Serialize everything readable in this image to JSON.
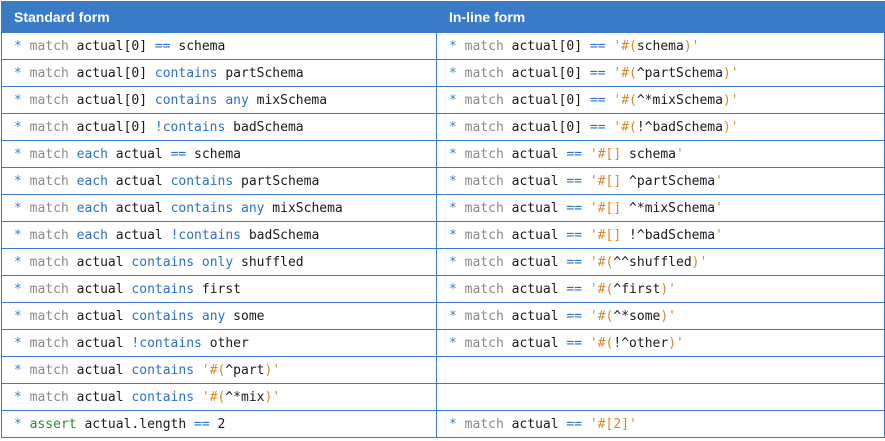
{
  "table": {
    "headers": {
      "standard": "Standard form",
      "inline": "In-line form"
    },
    "rows": [
      {
        "standard": [
          [
            "star",
            "* "
          ],
          [
            "kw",
            "match"
          ],
          [
            "plain",
            " actual[0] "
          ],
          [
            "op",
            "=="
          ],
          [
            "plain",
            " schema"
          ]
        ],
        "inline": [
          [
            "star",
            "* "
          ],
          [
            "kw",
            "match"
          ],
          [
            "plain",
            " actual[0] "
          ],
          [
            "op",
            "=="
          ],
          [
            "plain",
            " "
          ],
          [
            "str",
            "'#("
          ],
          [
            "plain",
            "schema"
          ],
          [
            "str",
            ")'"
          ]
        ]
      },
      {
        "standard": [
          [
            "star",
            "* "
          ],
          [
            "kw",
            "match"
          ],
          [
            "plain",
            " actual[0] "
          ],
          [
            "op",
            "contains"
          ],
          [
            "plain",
            " partSchema"
          ]
        ],
        "inline": [
          [
            "star",
            "* "
          ],
          [
            "kw",
            "match"
          ],
          [
            "plain",
            " actual[0] "
          ],
          [
            "op",
            "=="
          ],
          [
            "plain",
            " "
          ],
          [
            "str",
            "'#("
          ],
          [
            "plain",
            "^partSchema"
          ],
          [
            "str",
            ")'"
          ]
        ]
      },
      {
        "standard": [
          [
            "star",
            "* "
          ],
          [
            "kw",
            "match"
          ],
          [
            "plain",
            " actual[0] "
          ],
          [
            "op",
            "contains any"
          ],
          [
            "plain",
            " mixSchema"
          ]
        ],
        "inline": [
          [
            "star",
            "* "
          ],
          [
            "kw",
            "match"
          ],
          [
            "plain",
            " actual[0] "
          ],
          [
            "op",
            "=="
          ],
          [
            "plain",
            " "
          ],
          [
            "str",
            "'#("
          ],
          [
            "plain",
            "^*mixSchema"
          ],
          [
            "str",
            ")'"
          ]
        ]
      },
      {
        "standard": [
          [
            "star",
            "* "
          ],
          [
            "kw",
            "match"
          ],
          [
            "plain",
            " actual[0] "
          ],
          [
            "op",
            "!contains"
          ],
          [
            "plain",
            " badSchema"
          ]
        ],
        "inline": [
          [
            "star",
            "* "
          ],
          [
            "kw",
            "match"
          ],
          [
            "plain",
            " actual[0] "
          ],
          [
            "op",
            "=="
          ],
          [
            "plain",
            " "
          ],
          [
            "str",
            "'#("
          ],
          [
            "plain",
            "!^badSchema"
          ],
          [
            "str",
            ")'"
          ]
        ]
      },
      {
        "standard": [
          [
            "star",
            "* "
          ],
          [
            "kw",
            "match"
          ],
          [
            "plain",
            " "
          ],
          [
            "op",
            "each"
          ],
          [
            "plain",
            " actual "
          ],
          [
            "op",
            "=="
          ],
          [
            "plain",
            " schema"
          ]
        ],
        "inline": [
          [
            "star",
            "* "
          ],
          [
            "kw",
            "match"
          ],
          [
            "plain",
            " actual "
          ],
          [
            "op",
            "=="
          ],
          [
            "plain",
            " "
          ],
          [
            "str",
            "'#[]"
          ],
          [
            "plain",
            " schema"
          ],
          [
            "str",
            "'"
          ]
        ]
      },
      {
        "standard": [
          [
            "star",
            "* "
          ],
          [
            "kw",
            "match"
          ],
          [
            "plain",
            " "
          ],
          [
            "op",
            "each"
          ],
          [
            "plain",
            " actual "
          ],
          [
            "op",
            "contains"
          ],
          [
            "plain",
            " partSchema"
          ]
        ],
        "inline": [
          [
            "star",
            "* "
          ],
          [
            "kw",
            "match"
          ],
          [
            "plain",
            " actual "
          ],
          [
            "op",
            "=="
          ],
          [
            "plain",
            " "
          ],
          [
            "str",
            "'#[]"
          ],
          [
            "plain",
            " ^partSchema"
          ],
          [
            "str",
            "'"
          ]
        ]
      },
      {
        "standard": [
          [
            "star",
            "* "
          ],
          [
            "kw",
            "match"
          ],
          [
            "plain",
            " "
          ],
          [
            "op",
            "each"
          ],
          [
            "plain",
            " actual "
          ],
          [
            "op",
            "contains any"
          ],
          [
            "plain",
            " mixSchema"
          ]
        ],
        "inline": [
          [
            "star",
            "* "
          ],
          [
            "kw",
            "match"
          ],
          [
            "plain",
            " actual "
          ],
          [
            "op",
            "=="
          ],
          [
            "plain",
            " "
          ],
          [
            "str",
            "'#[]"
          ],
          [
            "plain",
            " ^*mixSchema"
          ],
          [
            "str",
            "'"
          ]
        ]
      },
      {
        "standard": [
          [
            "star",
            "* "
          ],
          [
            "kw",
            "match"
          ],
          [
            "plain",
            " "
          ],
          [
            "op",
            "each"
          ],
          [
            "plain",
            " actual "
          ],
          [
            "op",
            "!contains"
          ],
          [
            "plain",
            " badSchema"
          ]
        ],
        "inline": [
          [
            "star",
            "* "
          ],
          [
            "kw",
            "match"
          ],
          [
            "plain",
            " actual "
          ],
          [
            "op",
            "=="
          ],
          [
            "plain",
            " "
          ],
          [
            "str",
            "'#[]"
          ],
          [
            "plain",
            " !^badSchema"
          ],
          [
            "str",
            "'"
          ]
        ]
      },
      {
        "standard": [
          [
            "star",
            "* "
          ],
          [
            "kw",
            "match"
          ],
          [
            "plain",
            " actual "
          ],
          [
            "op",
            "contains only"
          ],
          [
            "plain",
            " shuffled"
          ]
        ],
        "inline": [
          [
            "star",
            "* "
          ],
          [
            "kw",
            "match"
          ],
          [
            "plain",
            " actual "
          ],
          [
            "op",
            "=="
          ],
          [
            "plain",
            " "
          ],
          [
            "str",
            "'#("
          ],
          [
            "plain",
            "^^shuffled"
          ],
          [
            "str",
            ")'"
          ]
        ]
      },
      {
        "standard": [
          [
            "star",
            "* "
          ],
          [
            "kw",
            "match"
          ],
          [
            "plain",
            " actual "
          ],
          [
            "op",
            "contains"
          ],
          [
            "plain",
            " first"
          ]
        ],
        "inline": [
          [
            "star",
            "* "
          ],
          [
            "kw",
            "match"
          ],
          [
            "plain",
            " actual "
          ],
          [
            "op",
            "=="
          ],
          [
            "plain",
            " "
          ],
          [
            "str",
            "'#("
          ],
          [
            "plain",
            "^first"
          ],
          [
            "str",
            ")'"
          ]
        ]
      },
      {
        "standard": [
          [
            "star",
            "* "
          ],
          [
            "kw",
            "match"
          ],
          [
            "plain",
            " actual "
          ],
          [
            "op",
            "contains any"
          ],
          [
            "plain",
            " some"
          ]
        ],
        "inline": [
          [
            "star",
            "* "
          ],
          [
            "kw",
            "match"
          ],
          [
            "plain",
            " actual "
          ],
          [
            "op",
            "=="
          ],
          [
            "plain",
            " "
          ],
          [
            "str",
            "'#("
          ],
          [
            "plain",
            "^*some"
          ],
          [
            "str",
            ")'"
          ]
        ]
      },
      {
        "standard": [
          [
            "star",
            "* "
          ],
          [
            "kw",
            "match"
          ],
          [
            "plain",
            " actual "
          ],
          [
            "op",
            "!contains"
          ],
          [
            "plain",
            " other"
          ]
        ],
        "inline": [
          [
            "star",
            "* "
          ],
          [
            "kw",
            "match"
          ],
          [
            "plain",
            " actual "
          ],
          [
            "op",
            "=="
          ],
          [
            "plain",
            " "
          ],
          [
            "str",
            "'#("
          ],
          [
            "plain",
            "!^other"
          ],
          [
            "str",
            ")'"
          ]
        ]
      },
      {
        "standard": [
          [
            "star",
            "* "
          ],
          [
            "kw",
            "match"
          ],
          [
            "plain",
            " actual "
          ],
          [
            "op",
            "contains"
          ],
          [
            "plain",
            " "
          ],
          [
            "str",
            "'#("
          ],
          [
            "plain",
            "^part"
          ],
          [
            "str",
            ")'"
          ]
        ],
        "inline": []
      },
      {
        "standard": [
          [
            "star",
            "* "
          ],
          [
            "kw",
            "match"
          ],
          [
            "plain",
            " actual "
          ],
          [
            "op",
            "contains"
          ],
          [
            "plain",
            " "
          ],
          [
            "str",
            "'#("
          ],
          [
            "plain",
            "^*mix"
          ],
          [
            "str",
            ")'"
          ]
        ],
        "inline": []
      },
      {
        "standard": [
          [
            "star",
            "* "
          ],
          [
            "kw2",
            "assert"
          ],
          [
            "plain",
            " actual.length "
          ],
          [
            "op",
            "=="
          ],
          [
            "plain",
            " 2"
          ]
        ],
        "inline": [
          [
            "star",
            "* "
          ],
          [
            "kw",
            "match"
          ],
          [
            "plain",
            " actual "
          ],
          [
            "op",
            "=="
          ],
          [
            "plain",
            " "
          ],
          [
            "str",
            "'#[2]'"
          ]
        ]
      }
    ]
  },
  "colors": {
    "header_bg": "#3a7bc8",
    "border": "#3a7bc8",
    "star": "#3b82c4",
    "keyword": "#8a8a8a",
    "assert_keyword": "#2a8a32",
    "operator": "#2a6fc8",
    "string_delim": "#d6892a",
    "plain": "#1a1a1a"
  }
}
